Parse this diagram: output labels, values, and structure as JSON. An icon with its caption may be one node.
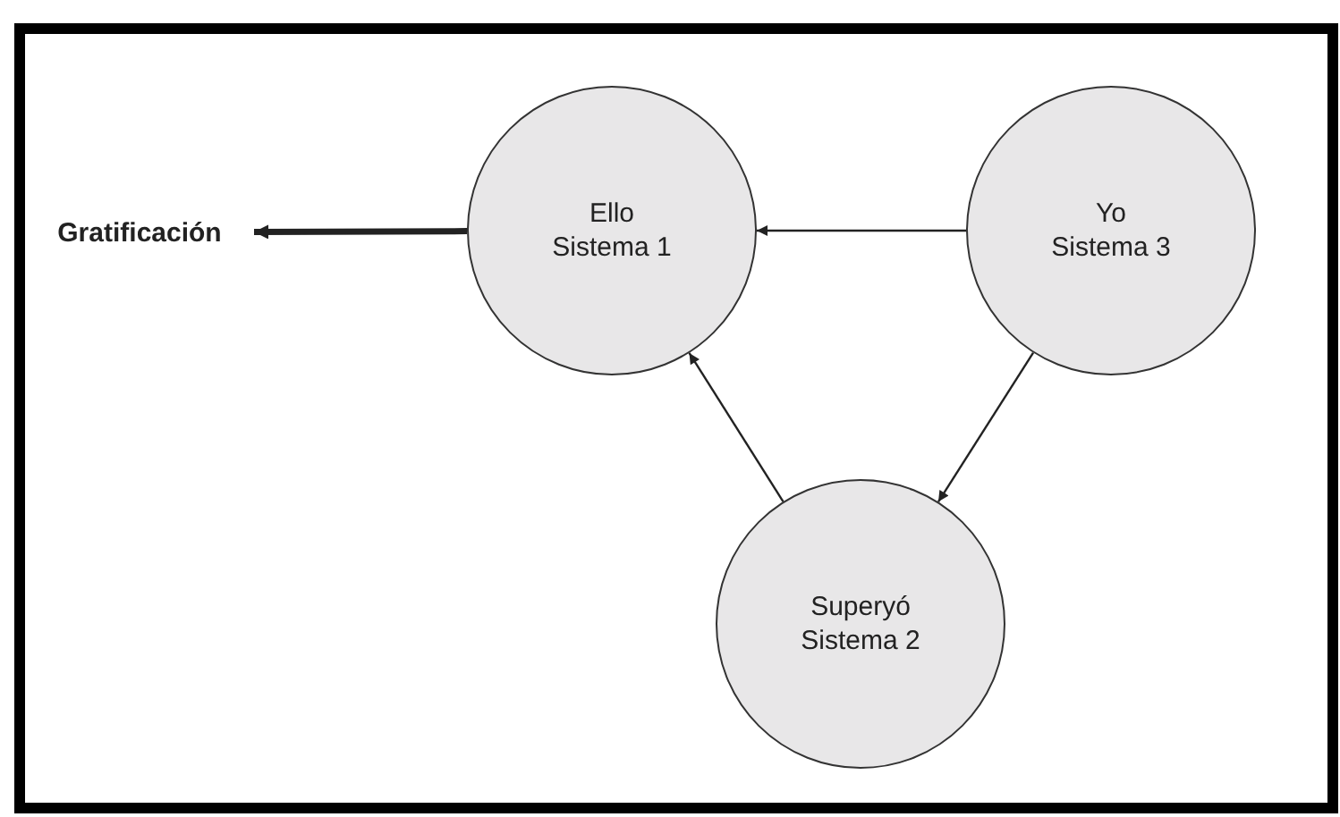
{
  "diagram": {
    "nodes": [
      {
        "text": [
          "Gratificación"
        ]
      },
      {
        "text": [
          "Ello",
          "Sistema 1"
        ]
      },
      {
        "text": [
          "Yo",
          "Sistema 3"
        ]
      },
      {
        "text": [
          "Superyó",
          "Sistema 2"
        ]
      }
    ],
    "edges": [
      {
        "from": 1,
        "to": 0,
        "arrow": "to",
        "style": "thick"
      },
      {
        "from": 2,
        "to": 1,
        "arrow": "to"
      },
      {
        "from": 2,
        "to": 3,
        "arrow": "to"
      },
      {
        "from": 3,
        "to": 1,
        "arrow": "to"
      }
    ]
  }
}
